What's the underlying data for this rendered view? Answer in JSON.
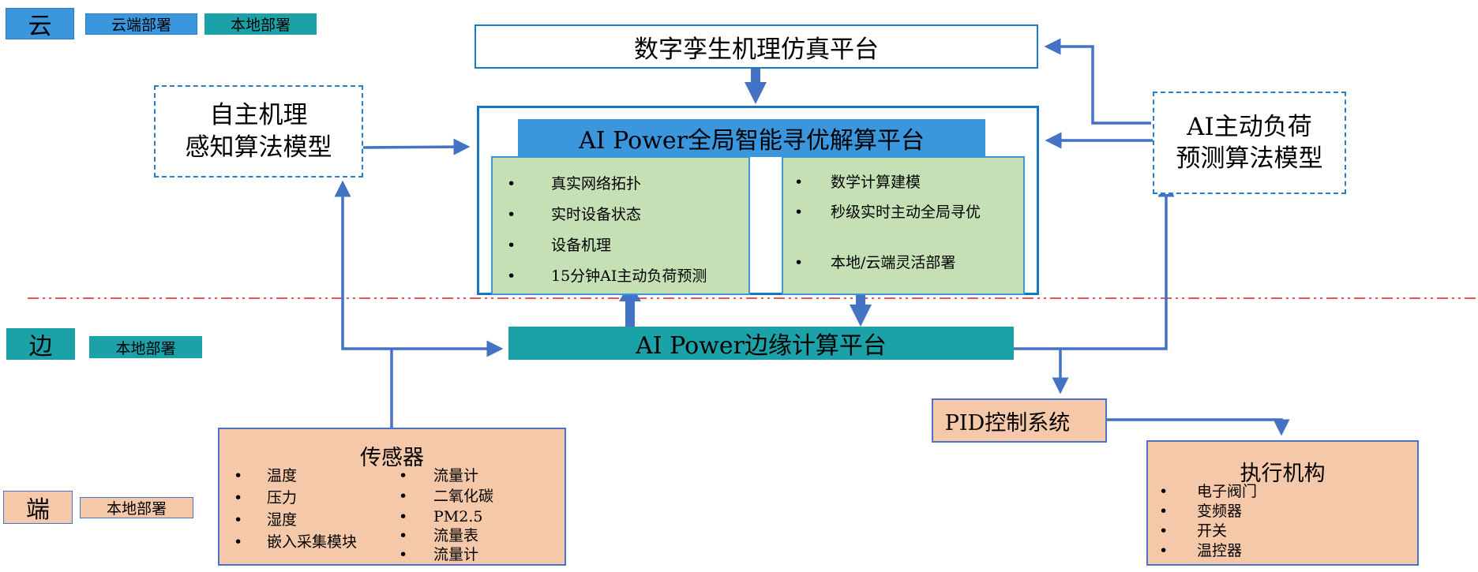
{
  "legend": {
    "cloud": {
      "tier": "云",
      "tags": [
        "云端部署",
        "本地部署"
      ]
    },
    "edge": {
      "tier": "边",
      "tags": [
        "本地部署"
      ]
    },
    "end": {
      "tier": "端",
      "tags": [
        "本地部署"
      ]
    }
  },
  "colors": {
    "cloud_blue": "#3a96dd",
    "edge_teal": "#1ba2a8",
    "panel_green": "#c5e0b4",
    "end_peach": "#f6c8aa",
    "arrow_blue": "#4472c4",
    "divider_red": "#e8191c"
  },
  "twin_platform": {
    "label": "数字孪生机理仿真平台"
  },
  "ai_platform": {
    "title": "AI Power全局智能寻优解算平台",
    "bullet": "•",
    "inputs": [
      "真实网络拓扑",
      "实时设备状态",
      "设备机理",
      "15分钟AI主动负荷预测"
    ],
    "outputs": [
      "数学计算建模",
      "秒级实时主动全局寻优",
      "本地/云端灵活部署"
    ]
  },
  "perception_model": {
    "lines": [
      "自主机理",
      "感知算法模型"
    ]
  },
  "forecast_model": {
    "lines": [
      "AI主动负荷",
      "预测算法模型"
    ]
  },
  "edge_platform": {
    "label": "AI Power边缘计算平台"
  },
  "pid_system": {
    "label": "PID控制系统"
  },
  "sensors": {
    "title": "传感器",
    "left": [
      "温度",
      "压力",
      "湿度",
      "嵌入采集模块"
    ],
    "right": [
      "流量计",
      "二氧化碳",
      "PM2.5",
      "流量表",
      "流量计"
    ]
  },
  "actuators": {
    "title": "执行机构",
    "items": [
      "电子阀门",
      "变频器",
      "开关",
      "温控器"
    ]
  }
}
